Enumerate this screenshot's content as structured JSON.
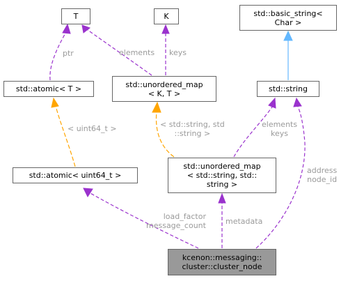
{
  "colors": {
    "composition": "#9a32cd",
    "template": "#ffa500",
    "inheritance": "#63b8ff",
    "node_border": "#666666",
    "focus_fill": "#999999",
    "label_text": "#9a9a9a"
  },
  "nodes": {
    "t": {
      "lines": [
        "T"
      ]
    },
    "k": {
      "lines": [
        "K"
      ]
    },
    "basic_string": {
      "lines": [
        "std::basic_string<",
        "Char >"
      ]
    },
    "atomic_t": {
      "lines": [
        "std::atomic< T >"
      ]
    },
    "unordered_map_kt": {
      "lines": [
        "std::unordered_map",
        "< K, T >"
      ]
    },
    "std_string": {
      "lines": [
        "std::string"
      ]
    },
    "atomic_uint64": {
      "lines": [
        "std::atomic< uint64_t >"
      ]
    },
    "unordered_map_string": {
      "lines": [
        "std::unordered_map",
        "< std::string, std::",
        "string >"
      ]
    },
    "cluster_node": {
      "lines": [
        "kcenon::messaging::",
        "cluster::cluster_node"
      ]
    }
  },
  "edge_labels": {
    "ptr": {
      "lines": [
        "ptr"
      ]
    },
    "elements": {
      "lines": [
        "elements"
      ]
    },
    "keys": {
      "lines": [
        "keys"
      ]
    },
    "uint64_t": {
      "lines": [
        "< uint64_t >"
      ]
    },
    "string_string": {
      "lines": [
        "< std::string, std",
        "::string >"
      ]
    },
    "elements_keys": {
      "lines": [
        "elements",
        "keys"
      ]
    },
    "address_node_id": {
      "lines": [
        "address",
        "node_id"
      ]
    },
    "load_factor": {
      "lines": [
        "load_factor",
        "message_count"
      ]
    },
    "metadata": {
      "lines": [
        "metadata"
      ]
    }
  }
}
